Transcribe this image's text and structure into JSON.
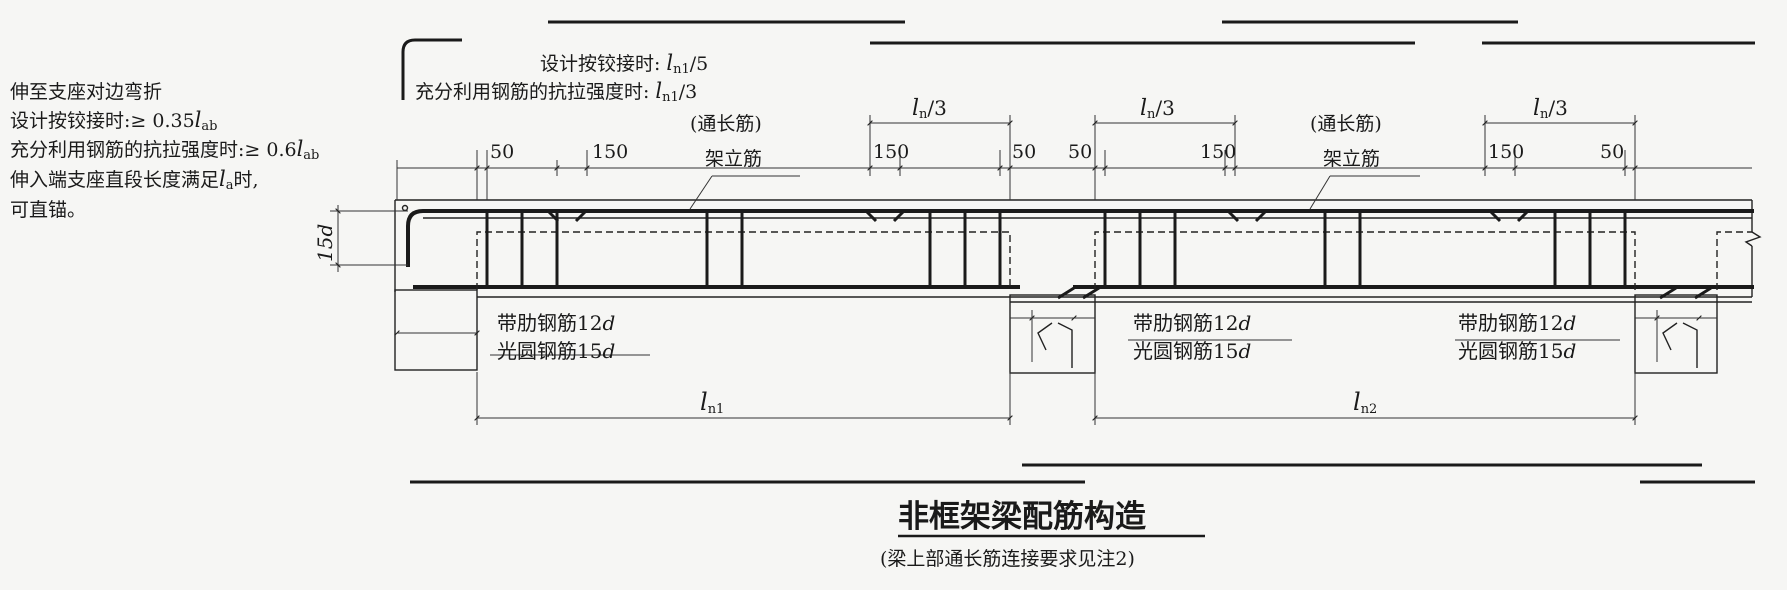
{
  "left_notes": {
    "line1": "伸至支座对边弯折",
    "line2": "设计按铰接时:≥ 0.35",
    "line2_sym": "l",
    "line2_sub": "ab",
    "line3": "充分利用钢筋的抗拉强度时:≥ 0.6",
    "line3_sym": "l",
    "line3_sub": "ab",
    "line4a": "伸入端支座直段长度满足",
    "line4_sym": "l",
    "line4_sub": "a",
    "line4b": "时,",
    "line5": "可直锚。"
  },
  "top_notes": {
    "hinge_label": "设计按铰接时:",
    "hinge_value": "/5",
    "full_label": "充分利用钢筋的抗拉强度时:",
    "full_value": "/3",
    "sym": "l",
    "sub": "n1"
  },
  "labels": {
    "through_bar": "(通长筋)",
    "erection_bar": "架立筋",
    "dim_50": "50",
    "dim_150": "150",
    "ln_sym": "l",
    "ln_sub": "n",
    "ln_third": "/3",
    "d15": "15d",
    "ribbed": "带肋钢筋12",
    "plain": "光圆钢筋15",
    "d": "d",
    "ln1_sub": "n1",
    "ln2_sub": "n2"
  },
  "title": {
    "main": "非框架梁配筋构造",
    "note": "(梁上部通长筋连接要求见注2)"
  }
}
